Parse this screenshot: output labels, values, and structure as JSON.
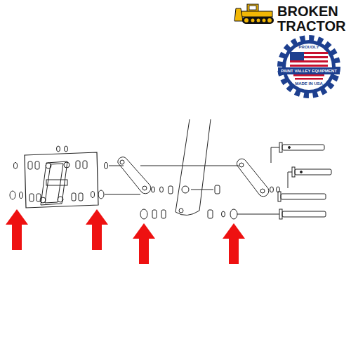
{
  "diagram": {
    "labels": [
      "BROKEN",
      "TRACTOR",
      "PROUDLY",
      "PAINT VALLEY EQUIPMENT",
      "MADE IN USA"
    ]
  }
}
